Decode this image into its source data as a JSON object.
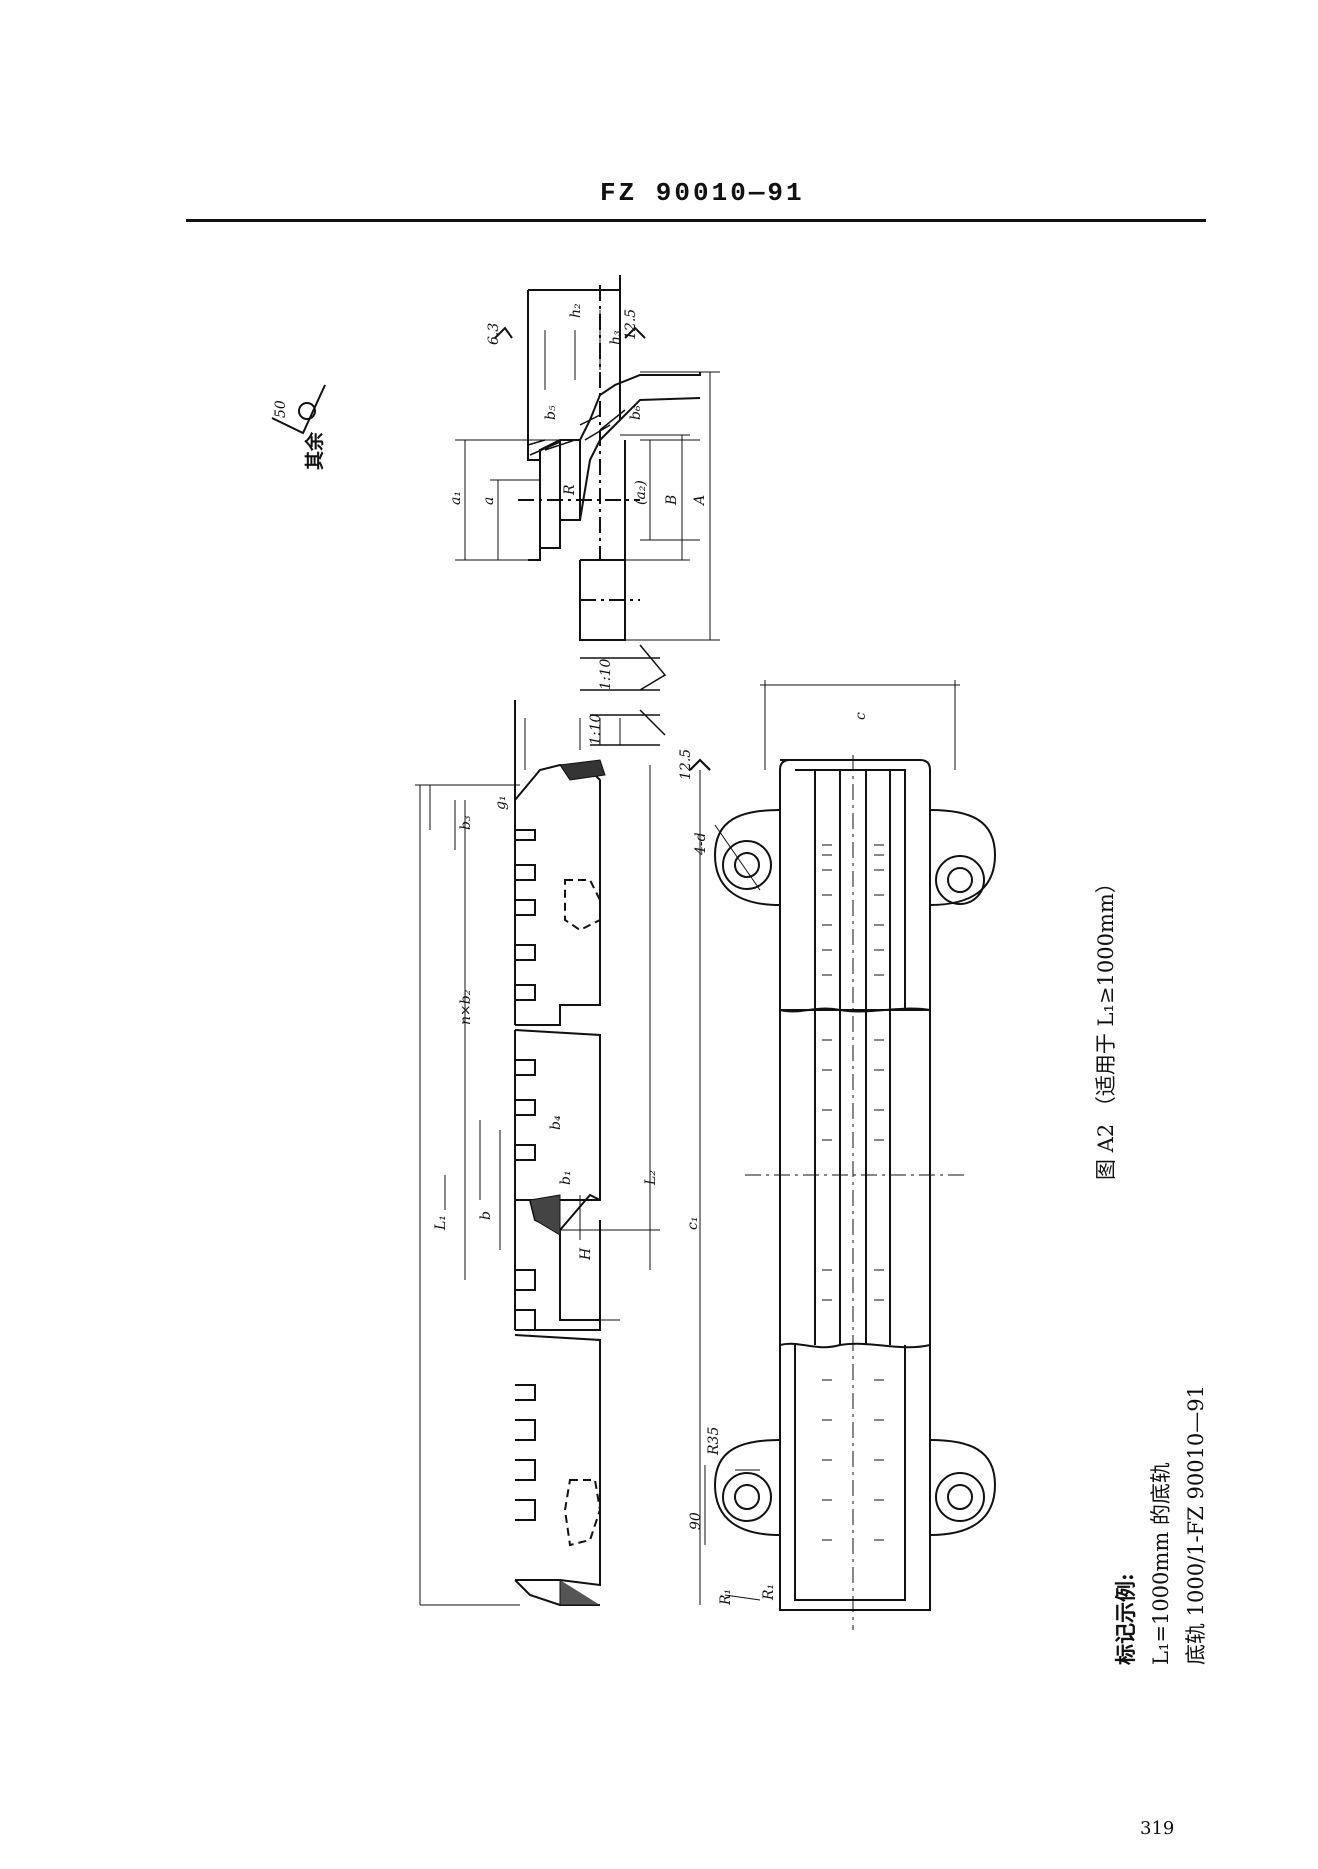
{
  "header": {
    "code": "FZ 90010—91"
  },
  "caption": "图 A2 （适用于 L₁≥1000mm）",
  "example": {
    "heading": "标记示例:",
    "line1": "L₁=1000mm 的底轨",
    "line2": "底轨 1000/1-FZ 90010—91"
  },
  "roughness_note": {
    "value": "50",
    "text": "其余"
  },
  "labels": {
    "r63": "6.3",
    "r125a": "12.5",
    "r125b": "12.5",
    "a1": "a₁",
    "a": "a",
    "a2": "(a₂)",
    "B": "B",
    "A": "A",
    "R": "R",
    "b5": "b₅",
    "b6": "b₆",
    "h2": "h₂",
    "h3": "h₃",
    "t1": "1:10",
    "t2": "1:10",
    "L1": "L₁",
    "c1": "c₁",
    "c": "c",
    "L2": "L₂",
    "nb2": "n×b₂",
    "b": "b",
    "b3": "b₃",
    "b4": "b₄",
    "g1": "g₁",
    "H": "H",
    "b1": "b₁",
    "R35": "R35",
    "n90": "90",
    "R1a": "R₁",
    "R1b": "R₁",
    "d4": "4-d"
  },
  "page_number": "319"
}
